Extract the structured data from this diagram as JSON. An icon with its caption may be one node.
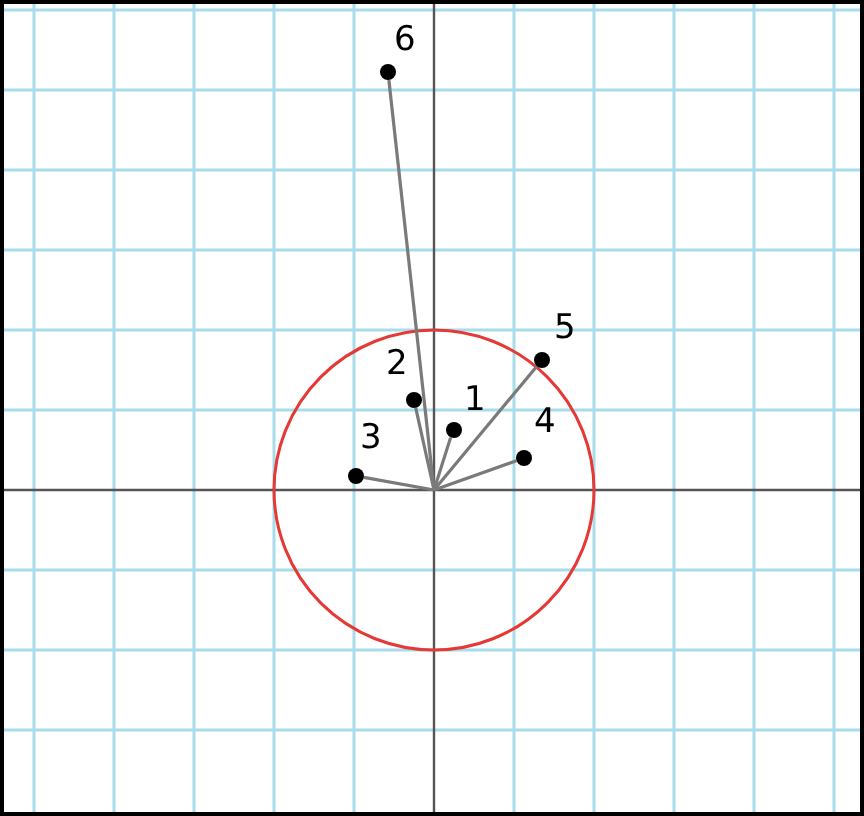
{
  "diagram": {
    "nodes": [
      {
        "text": [],
        "shape": "circle",
        "beside": [
          "1"
        ]
      },
      {
        "text": [],
        "shape": "circle",
        "beside": [
          "2"
        ]
      },
      {
        "text": [],
        "shape": "circle",
        "beside": [
          "3"
        ]
      },
      {
        "text": [],
        "shape": "circle",
        "beside": [
          "4"
        ]
      },
      {
        "text": [],
        "shape": "circle",
        "beside": [
          "5"
        ]
      },
      {
        "text": [],
        "shape": "circle",
        "beside": [
          "6"
        ]
      }
    ],
    "edges": [
      {
        "from": null,
        "to": 0,
        "arrow": "none"
      },
      {
        "from": null,
        "to": 1,
        "arrow": "none"
      },
      {
        "from": null,
        "to": 2,
        "arrow": "none"
      },
      {
        "from": null,
        "to": 3,
        "arrow": "none"
      },
      {
        "from": null,
        "to": 4,
        "arrow": "none"
      },
      {
        "from": null,
        "to": 5,
        "arrow": "none"
      }
    ]
  }
}
